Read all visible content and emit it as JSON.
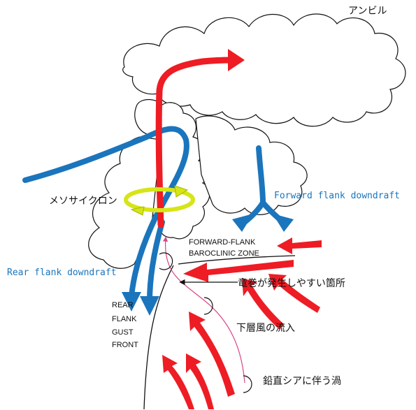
{
  "colors": {
    "updraft": "#ee1c24",
    "downdraft": "#1b75bc",
    "mesocyclone_ring": "#d6e516",
    "cloud_outline": "#111111",
    "inflow_trace": "#d9448a"
  },
  "labels": {
    "anvil": "アンビル",
    "mesocyclone": "メソサイクロン",
    "forward_flank_downdraft": "Forward flank downdraft",
    "rear_flank_downdraft": "Rear flank downdraft",
    "ffbz_line1": "FORWARD-FLANK",
    "ffbz_line2": "BAROCLINIC ZONE",
    "tornado_prone": "竜巻が発生しやすい箇所",
    "low_level_inflow": "下層風の流入",
    "shear_vortex": "鉛直シアに伴う渦",
    "rfgf_line1": "REAR",
    "rfgf_line2": "FLANK",
    "rfgf_line3": "GUST",
    "rfgf_line4": "FRONT"
  }
}
